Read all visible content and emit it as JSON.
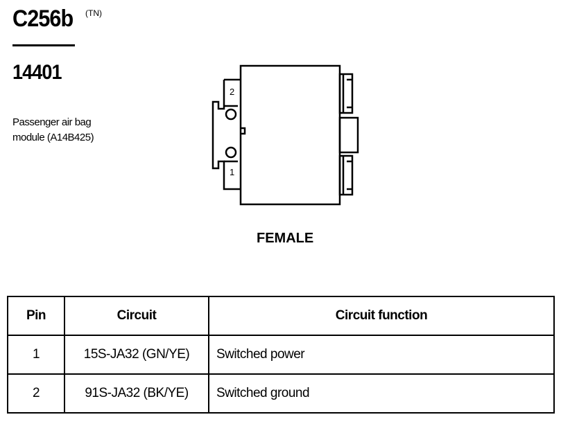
{
  "header": {
    "connector_id": "C256b",
    "connector_tag": "(TN)",
    "part_number": "14401",
    "description_lines": [
      "Passenger air bag",
      "module (A14B425)"
    ]
  },
  "diagram": {
    "gender_label": "FEMALE",
    "pin_labels": [
      "2",
      "1"
    ]
  },
  "table": {
    "headers": [
      "Pin",
      "Circuit",
      "Circuit function"
    ],
    "rows": [
      {
        "pin": "1",
        "circuit": "15S-JA32 (GN/YE)",
        "function": "Switched power"
      },
      {
        "pin": "2",
        "circuit": "91S-JA32 (BK/YE)",
        "function": "Switched ground"
      }
    ]
  }
}
